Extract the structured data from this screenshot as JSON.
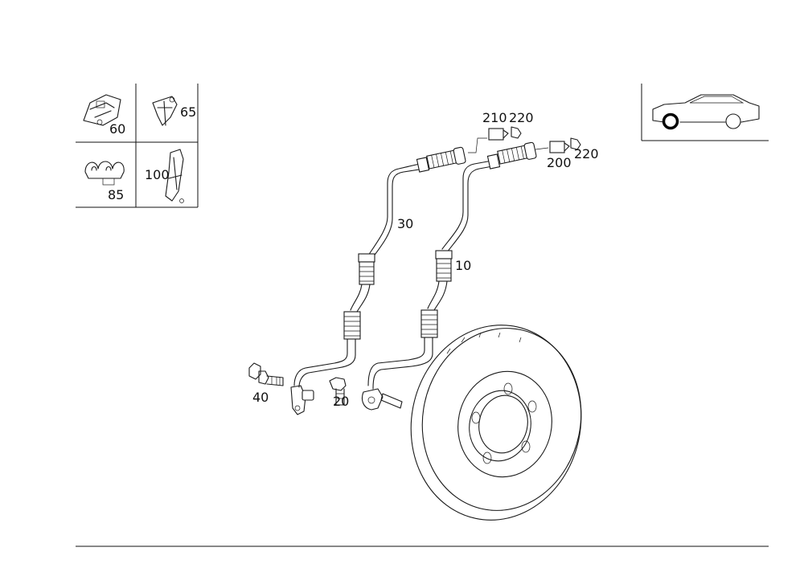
{
  "callouts": {
    "thumb_60": "60",
    "thumb_65": "65",
    "thumb_85": "85",
    "thumb_100": "100",
    "part_210": "210",
    "part_220_top": "220",
    "part_220_right": "220",
    "part_200": "200",
    "part_30": "30",
    "part_10": "10",
    "part_40": "40",
    "part_20": "20"
  },
  "icons": {
    "vehicle": "car-side-silhouette-icon",
    "front_wheel_highlight": "front-wheel-marker-icon"
  },
  "colors": {
    "line": "#1a1a1a",
    "background": "#ffffff"
  }
}
